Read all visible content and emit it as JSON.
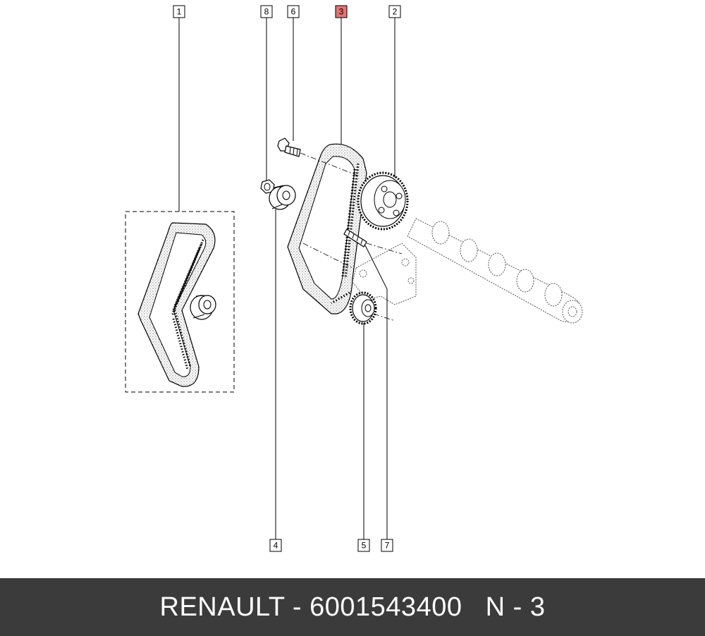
{
  "diagram": {
    "callouts": {
      "c1": "1",
      "c2": "2",
      "c3": "3",
      "c4": "4",
      "c5": "5",
      "c6": "6",
      "c7": "7",
      "c8": "8"
    },
    "highlighted_callout": "3",
    "highlight_color": "#e57373"
  },
  "footer": {
    "text": "RENAULT - 6001543400   N - 3",
    "background_color": "#3b3b3b",
    "text_color": "#ffffff"
  }
}
